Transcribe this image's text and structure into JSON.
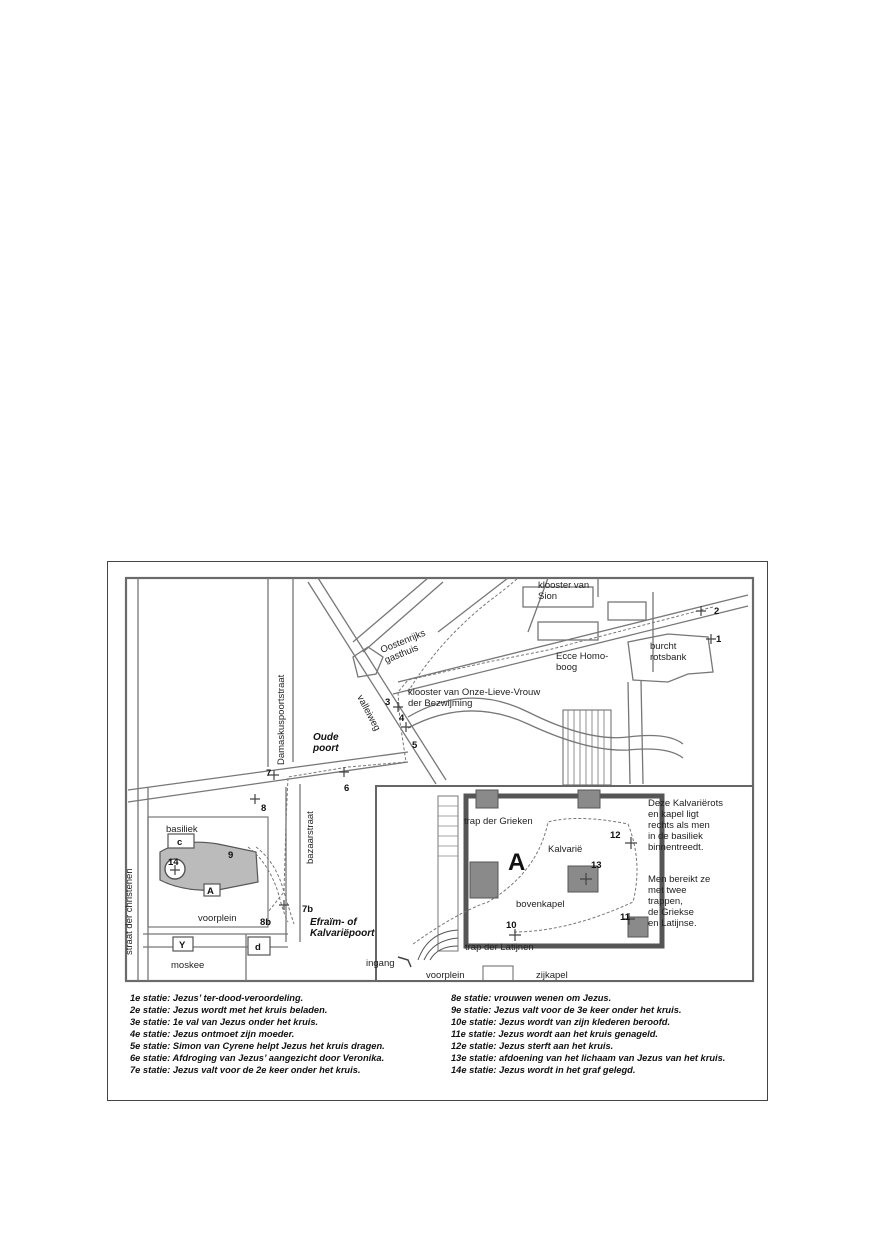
{
  "labels": {
    "klooster_sion": "klooster van\nSion",
    "oostenrijks": "Oostenrijks\ngasthuis",
    "ecce": "Ecce Homo-\nboog",
    "burcht": "burcht\nrotsbank",
    "olv": "klooster van Onze-Lieve-Vrouw\nder Bezwijming",
    "damaskus": "Damaskuspoortstraat",
    "valleiweg": "valleiweg",
    "oude_poort": "Oude\npoort",
    "bazaarstraat": "bazaarstraat",
    "basiliek": "basiliek",
    "voorplein": "voorplein",
    "moskee": "moskee",
    "christenen": "straat der christenen",
    "efraim": "Efraïm- of\nKalvariëpoort",
    "trap_grieken": "trap der Grieken",
    "kalvarie": "Kalvarië",
    "bovenkapel": "bovenkapel",
    "trap_latijnen": "trap der Latijnen",
    "ingang": "ingang",
    "voorplein2": "voorplein",
    "zijkapel": "zijkapel",
    "side_note_1": "Deze Kalvariërots\nen kapel ligt\nrechts als men\nin de basiliek\nbinnentreedt.",
    "side_note_2": "Men bereikt ze\nmet twee\ntrappen,\nde Griekse\nen Latijnse."
  },
  "letters": {
    "A_big": "A",
    "A_small": "A",
    "c": "c",
    "d": "d",
    "y": "Y"
  },
  "station_numbers": {
    "n1": "1",
    "n2": "2",
    "n3": "3",
    "n4": "4",
    "n5": "5",
    "n6": "6",
    "n7": "7",
    "n7b": "7b",
    "n8": "8",
    "n8b": "8b",
    "n9": "9",
    "n10": "10",
    "n11": "11",
    "n12": "12",
    "n13": "13",
    "n14": "14"
  },
  "legend_left": [
    "1e statie: Jezus’ ter-dood-veroordeling.",
    "2e statie: Jezus wordt met het kruis beladen.",
    "3e statie: 1e val van Jezus onder het kruis.",
    "4e statie: Jezus ontmoet zijn moeder.",
    "5e statie: Simon van Cyrene helpt Jezus het kruis dragen.",
    "6e statie: Afdroging van Jezus’ aangezicht door Veronika.",
    "7e statie: Jezus valt voor de 2e keer onder het kruis."
  ],
  "legend_right": [
    "8e statie: vrouwen wenen om Jezus.",
    "9e statie: Jezus valt voor de 3e keer onder het kruis.",
    "10e statie: Jezus wordt van zijn klederen beroofd.",
    "11e statie: Jezus wordt aan het kruis genageld.",
    "12e statie: Jezus sterft aan het kruis.",
    "13e statie: afdoening van het lichaam van Jezus van het kruis.",
    "14e statie: Jezus wordt in het graf gelegd."
  ]
}
